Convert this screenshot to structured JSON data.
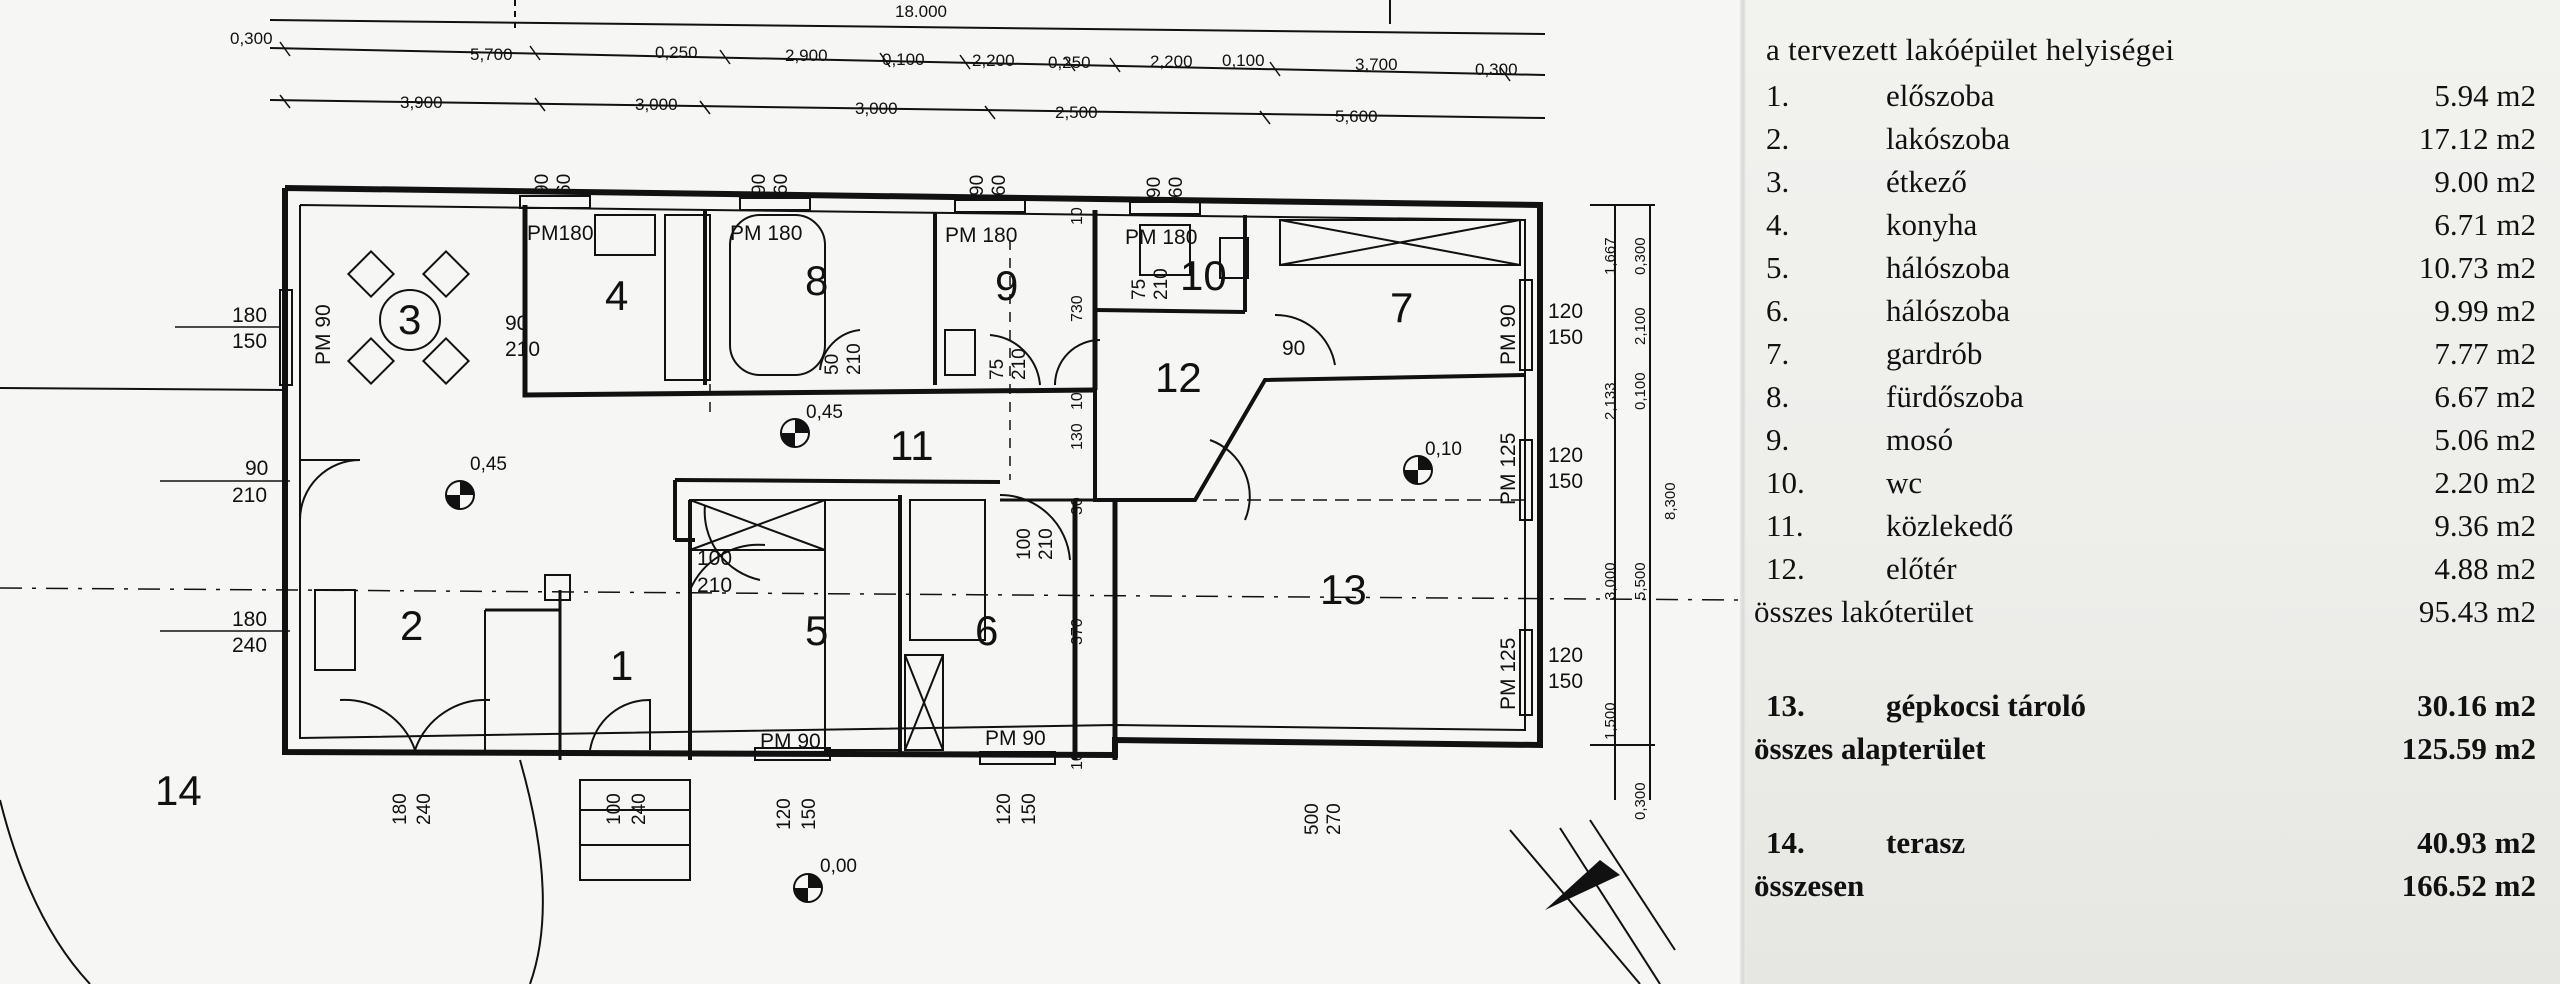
{
  "plan": {
    "dims": {
      "top_total": "18.000",
      "row1": [
        "0,300",
        "5,700",
        "0,250",
        "2,900",
        "0,100",
        "2,200",
        "0,250",
        "2,200",
        "0,100",
        "3,700",
        "0,300"
      ],
      "row2": [
        "3,900",
        "3,000",
        "3,000",
        "2,500",
        "5,600"
      ],
      "right": [
        "1,667",
        "0,300",
        "2,100",
        "0,100",
        "2,133",
        "8,300",
        "3,000",
        "5,500",
        "1,500",
        "0,300"
      ]
    },
    "room_numbers": [
      "1",
      "2",
      "3",
      "4",
      "5",
      "6",
      "7",
      "8",
      "9",
      "10",
      "11",
      "12",
      "13",
      "14"
    ],
    "window_labels": {
      "pm180": "PM 180",
      "pm90": "PM 90",
      "pm125": "PM 125",
      "pm180b": "PM180"
    },
    "openings": {
      "o180_150": [
        "180",
        "150"
      ],
      "o90_210": [
        "90",
        "210"
      ],
      "o180_240": [
        "180",
        "240"
      ],
      "o100_210": [
        "100",
        "210"
      ],
      "o100_240": [
        "100",
        "240"
      ],
      "o120_150": [
        "120",
        "150"
      ],
      "o500_270": [
        "500",
        "270"
      ],
      "o90_60": [
        "90",
        "60"
      ],
      "o75_210": [
        "75",
        "210"
      ],
      "o50_210": [
        "50",
        "210"
      ],
      "o100_210v": [
        "100",
        "210"
      ],
      "o90_210b": [
        "90",
        "210"
      ]
    },
    "levels": [
      "0,45",
      "0,45",
      "0,00",
      "0,10"
    ],
    "small": [
      "730",
      "370",
      "130",
      "10",
      "30",
      "10",
      "10"
    ]
  },
  "legend": {
    "title": "a tervezett lakóépület helyiségei",
    "rooms": [
      {
        "num": "1.",
        "name": "előszoba",
        "area": "5.94 m2"
      },
      {
        "num": "2.",
        "name": "lakószoba",
        "area": "17.12 m2"
      },
      {
        "num": "3.",
        "name": "étkező",
        "area": "9.00 m2"
      },
      {
        "num": "4.",
        "name": "konyha",
        "area": "6.71 m2"
      },
      {
        "num": "5.",
        "name": "hálószoba",
        "area": "10.73 m2"
      },
      {
        "num": "6.",
        "name": "hálószoba",
        "area": "9.99 m2"
      },
      {
        "num": "7.",
        "name": "gardrób",
        "area": "7.77 m2"
      },
      {
        "num": "8.",
        "name": "fürdőszoba",
        "area": "6.67 m2"
      },
      {
        "num": "9.",
        "name": "mosó",
        "area": "5.06 m2"
      },
      {
        "num": "10.",
        "name": "wc",
        "area": "2.20 m2"
      },
      {
        "num": "11.",
        "name": "közlekedő",
        "area": "9.36 m2"
      },
      {
        "num": "12.",
        "name": "előtér",
        "area": "4.88 m2"
      }
    ],
    "total_living": {
      "label": "összes lakóterület",
      "area": "95.43 m2"
    },
    "garage": {
      "num": "13.",
      "name": "gépkocsi tároló",
      "area": "30.16 m2"
    },
    "total_floor": {
      "label": "összes alapterület",
      "area": "125.59 m2"
    },
    "terrace": {
      "num": "14.",
      "name": "terasz",
      "area": "40.93 m2"
    },
    "total": {
      "label": "összesen",
      "area": "166.52 m2"
    }
  }
}
